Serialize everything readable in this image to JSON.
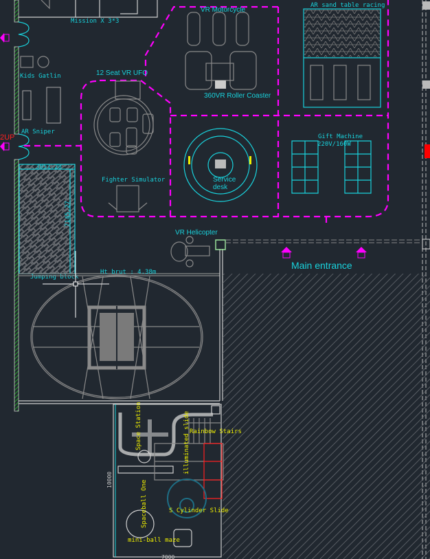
{
  "drawing": {
    "labels": {
      "mission_x": "Mission X 3*3",
      "vr_motorcycle": "VR Motorcycle",
      "ar_sand_table": "AR sand table racing",
      "kids_gatlin": "Kids Gatlin",
      "ufo": "12 Seat VR UFO",
      "roller_coaster": "360VR Roller Coaster",
      "ar_sniper": "AR Sniper",
      "up_marker": "2UP",
      "gift_machine": "Gift Machine",
      "gift_power": "220V/160W",
      "service_desk_1": "Service",
      "service_desk_2": "desk",
      "fighter_sim": "Fighter Simulator",
      "dim_width": "3851.28",
      "dim_height": "7145.27",
      "vr_helicopter": "VR Helicopter",
      "main_entrance": "Main entrance",
      "jumping_block": "Jumping block",
      "height_note": "Ht brut : 4.38m",
      "space_station": "Space Station",
      "illuminated_slide": "illuminated slide",
      "rainbow_stairs": "Rainbow Stairs",
      "dim_10000": "10000",
      "spaceball": "Spaceball One",
      "s_cylinder": "S Cylinder Slide",
      "mini_ball_maze": "mini-ball maze",
      "dim_7000": "7000"
    },
    "colors": {
      "background": "#212830",
      "zone_boundary": "#ff00ff",
      "annotation": "#19d3dd",
      "playground_text": "#f0f000",
      "wall_hatch": "#22c022"
    }
  }
}
